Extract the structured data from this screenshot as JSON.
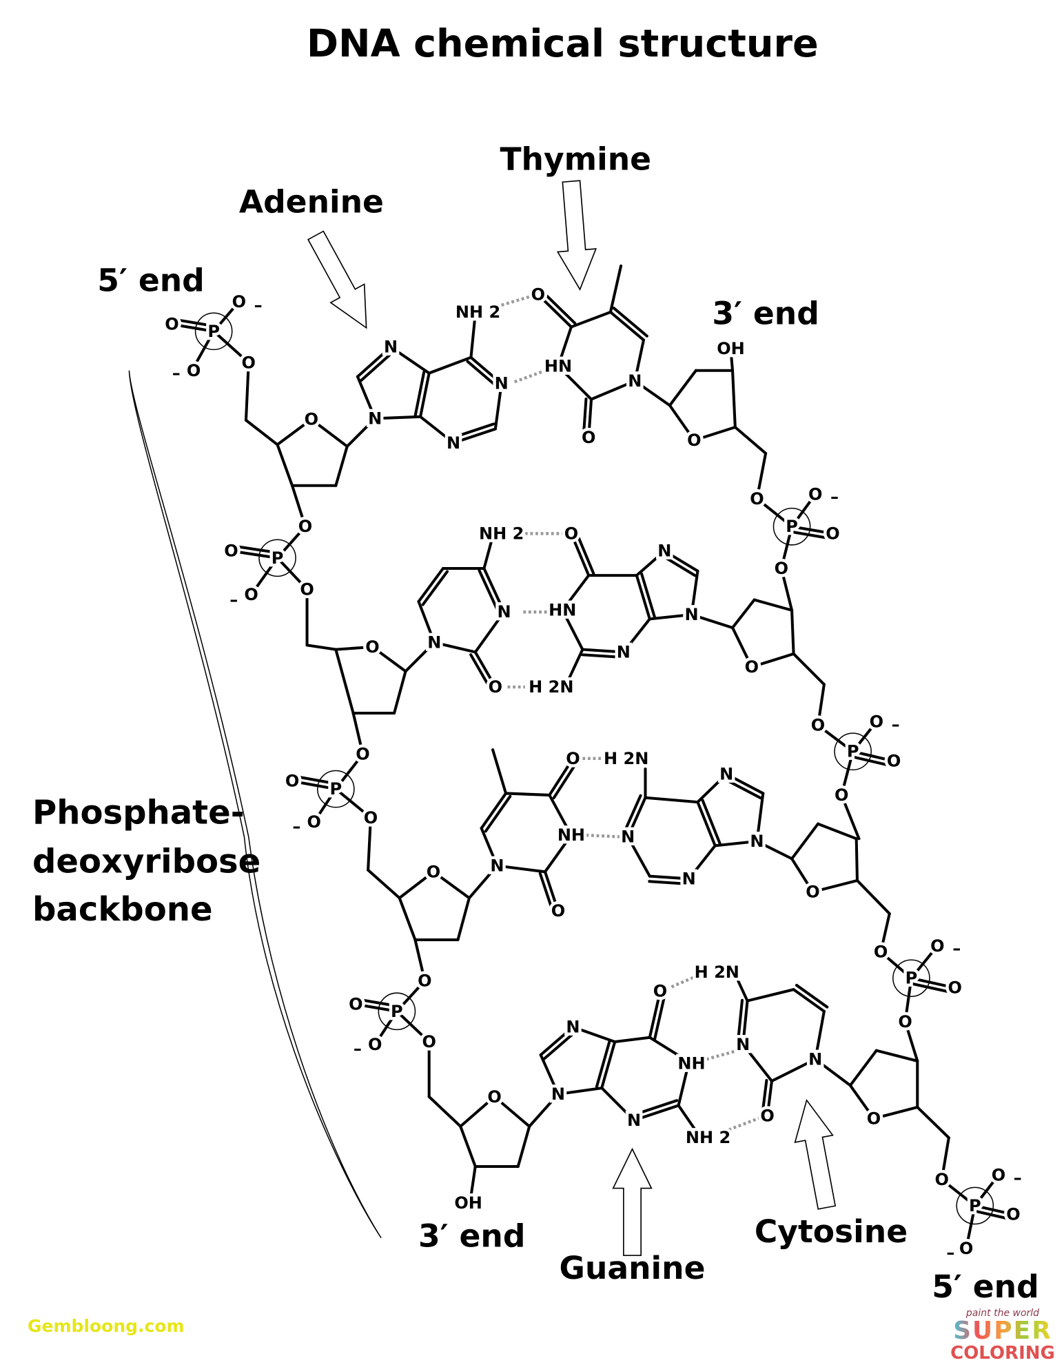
{
  "title": "DNA chemical structure",
  "labels": {
    "thymine": "Thymine",
    "adenine": "Adenine",
    "guanine": "Guanine",
    "cytosine": "Cytosine",
    "five_end_top": "5′ end",
    "three_end_top": "3′ end",
    "three_end_bottom": "3′ end",
    "five_end_bottom": "5′ end",
    "backbone": [
      "Phosphate-",
      "deoxyribose",
      "backbone"
    ]
  },
  "atoms": {
    "N": "N",
    "O": "O",
    "P": "P",
    "NH": "NH",
    "HN": "HN",
    "NH2": "NH 2",
    "H2N": "H 2N",
    "OH": "OH",
    "Om": "O",
    "minus": "–"
  },
  "watermarks": {
    "left": "Gembloong.com",
    "right_tagline": "paint the world",
    "right_super": "SUPER",
    "right_coloring": "COLORING"
  },
  "colors": {
    "watermark_left": "#e6e619",
    "hbond": "#999999"
  }
}
